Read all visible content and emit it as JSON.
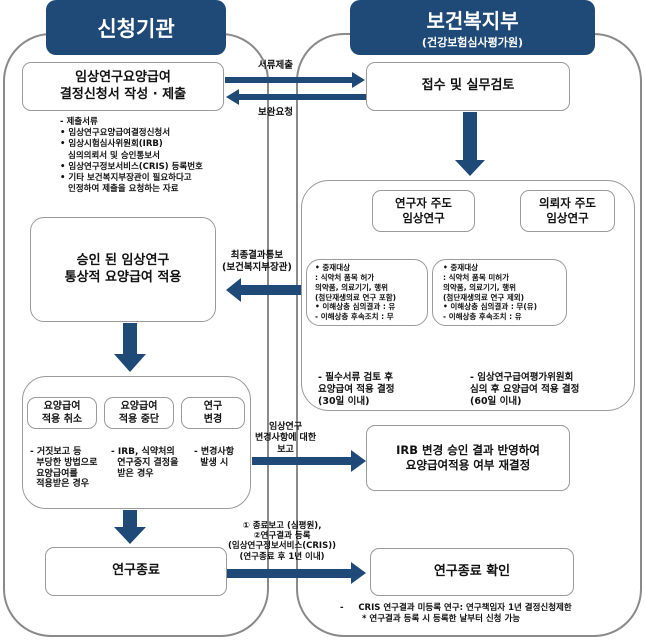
{
  "colors": {
    "header": "#1f4a78",
    "arrow": "#1f4a78",
    "border": "#8a8a8a"
  },
  "left": {
    "header": "신청기관",
    "submit_box": [
      "임상연구요양급여",
      "결정신청서 작성 · 제출"
    ],
    "docs": [
      "- 제출서류",
      "• 임상연구요양급여결정신청서",
      "• 임상시험심사위원회(IRB)",
      "  심의의뢰서 및 승인통보서",
      "• 임상연구정보서비스(CRIS) 등록번호",
      "• 기타 보건복지부장관이 필요하다고",
      "  인정하여 제출을 요청하는 자료"
    ],
    "approved_box": [
      "승인 된 임상연구",
      "통상적 요양급여 적용"
    ],
    "sub_boxes": [
      {
        "title": [
          "요양급여",
          "적용 취소"
        ],
        "desc": [
          "- 거짓보고 등",
          "  부당한 방법으로",
          "  요양급여를",
          "  적용받은 경우"
        ]
      },
      {
        "title": [
          "요양급여",
          "적용 중단"
        ],
        "desc": [
          "- IRB, 식약처의",
          "  연구중지 결정을",
          "  받은 경우"
        ]
      },
      {
        "title": [
          "연구",
          "변경"
        ],
        "desc": [
          "- 변경사항",
          "  발생 시"
        ]
      }
    ],
    "end_box": "연구종료"
  },
  "right": {
    "header": "보건복지부",
    "subheader": "(건강보험심사평가원)",
    "receive_box": "접수 및 실무검토",
    "investigator_box": [
      "연구자 주도",
      "임상연구"
    ],
    "sponsor_box": [
      "의뢰자 주도",
      "임상연구"
    ],
    "case_a": [
      "• 중재대상",
      "  : 식약처 품목 허가",
      "의약품, 의료기기, 행위",
      "(첨단재생의료 연구 포함)",
      "• 이해상충 심의결과 : 유",
      "  - 이해상충 후속조치 : 무"
    ],
    "case_b": [
      "• 중재대상",
      "  : 식약처 품목 미허가",
      "의약품, 의료기기, 행위",
      "(첨단재생의료 연구 제외)",
      "• 이해상충 심의결과 : 무(유)",
      "  - 이해상충 후속조치 : 유"
    ],
    "result_a": [
      "- 필수서류 검토 후",
      "요양급여 적용 결정",
      "(30일 이내)"
    ],
    "result_b": [
      "- 임상연구급여평가위원회",
      "심의 후 요양급여 적용 결정",
      "(60일 이내)"
    ],
    "irb_box": [
      "IRB 변경 승인 결과 반영하여",
      "요양급여적용 여부 재결정"
    ],
    "end_confirm_box": "연구종료 확인",
    "footnote": [
      "-     CRIS 연구결과 미등록 연구: 연구책임자 1년 결정신청제한",
      "* 연구결과 등록 시 등록한 날부터 신청 가능"
    ]
  },
  "arrows": {
    "submit": "서류제출",
    "supplement": "보완요청",
    "final_notice": [
      "최종결과통보",
      "(보건복지부장관)"
    ],
    "change_report": [
      "임상연구",
      "변경사항에 대한",
      "보고"
    ],
    "end_report": [
      "① 종료보고 (심평원),",
      "②연구결과 등록",
      "(임상연구정보서비스(CRIS))",
      "(연구종료 후 1년 이내)"
    ]
  }
}
